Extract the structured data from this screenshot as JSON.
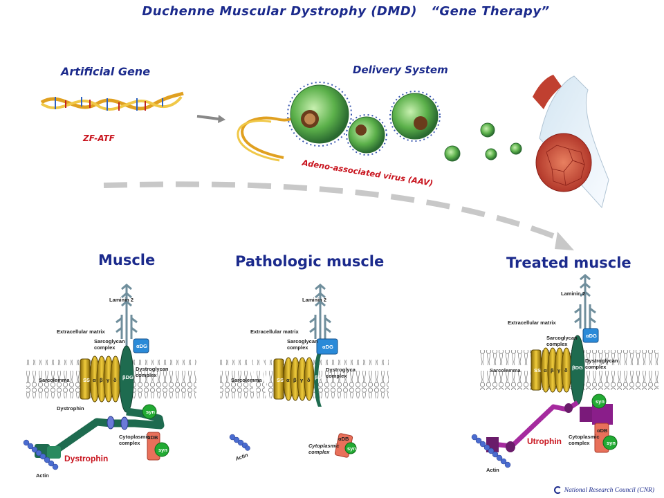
{
  "title": "Duchenne Muscular Dystrophy (DMD)   “Gene Therapy”",
  "top": {
    "artificial_gene": "Artificial Gene",
    "gene_name": "ZF-ATF",
    "delivery_system": "Delivery System",
    "vector": "Adeno-associated virus (AAV)"
  },
  "panels": {
    "muscle": {
      "title": "Muscle",
      "laminin": "Laminin 2",
      "ecm": "Extracellular matrix",
      "sarcoglycan": "Sarcoglycan complex",
      "adg": "αDG",
      "dystroglycan": "Dystroglycan complex",
      "sarcolemma": "Sarcolemma",
      "bdg": "βDG",
      "ss": "SS",
      "subunits": [
        "α",
        "β",
        "γ",
        "δ"
      ],
      "dystrophin_small": "Dystrophin",
      "syn": "syn",
      "cytoplasmic": "Cytoplasmic complex",
      "adb": "αDB",
      "actin": "Actin",
      "label": "Dystrophin"
    },
    "pathologic": {
      "title": "Pathologic muscle",
      "laminin": "Laminin 2",
      "ecm": "Extracellular matrix",
      "sarcoglycan": "Sarcoglycan complex",
      "adg": "αDG",
      "dystroglycan": "Dystroglyca complex",
      "sarcolemma": "Sarcolemma",
      "ss": "SS",
      "subunits": [
        "α",
        "β",
        "γ",
        "δ"
      ],
      "bdg": "βDG",
      "syn": "syn",
      "cytoplasmic": "Cytoplasmic complex",
      "adb": "αDB",
      "actin": "Actin"
    },
    "treated": {
      "title": "Treated muscle",
      "laminin": "Laminin 2",
      "ecm": "Extracellular matrix",
      "sarcoglycan": "Sarcoglycan complex",
      "adg": "αDG",
      "dystroglycan": "Dystroglycan complex",
      "sarcolemma": "Sarcolemma",
      "ss": "SS",
      "subunits": [
        "α",
        "β",
        "γ",
        "δ"
      ],
      "bdg": "βDG",
      "syn": "syn",
      "cytoplasmic": "Cytoplasmic complex",
      "adb": "αDB",
      "actin": "Actin",
      "label": "Utrophin"
    }
  },
  "footer": "National Research Council (CNR)",
  "colors": {
    "title": "#1b2a8c",
    "accent_red": "#c8141e",
    "sarcoglycan": "#d4a814",
    "dystrophin": "#1e6b4f",
    "utrophin": "#a52a9e",
    "adg_blue": "#2a8ad8",
    "syn_green": "#22aa33",
    "adb_salmon": "#e8705a",
    "laminin": "#6f8e9c",
    "actin": "#4a6cd0"
  }
}
